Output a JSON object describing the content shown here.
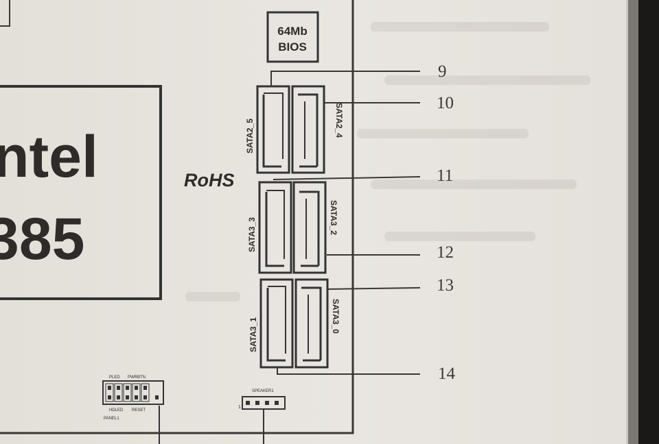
{
  "board": {
    "bios_chip": {
      "line1": "64Mb",
      "line2": "BIOS"
    },
    "chipset_text": {
      "line1": "ntel",
      "line2": "385"
    },
    "rohs_label": "RoHS",
    "sata_ports": [
      {
        "label": "SATA2_5"
      },
      {
        "label": "SATA2_4"
      },
      {
        "label": "SATA3_3"
      },
      {
        "label": "SATA3_2"
      },
      {
        "label": "SATA3_1"
      },
      {
        "label": "SATA3_0"
      }
    ],
    "callouts": [
      "9",
      "10",
      "11",
      "12",
      "13",
      "14"
    ],
    "front_panel": {
      "top_labels": [
        "PLED",
        "PWRBTN"
      ],
      "bottom_labels": [
        "HDLED",
        "RESET"
      ],
      "name": "PANEL1"
    },
    "speaker_header": {
      "label": "SPEAKER1",
      "pin1": "1"
    }
  }
}
